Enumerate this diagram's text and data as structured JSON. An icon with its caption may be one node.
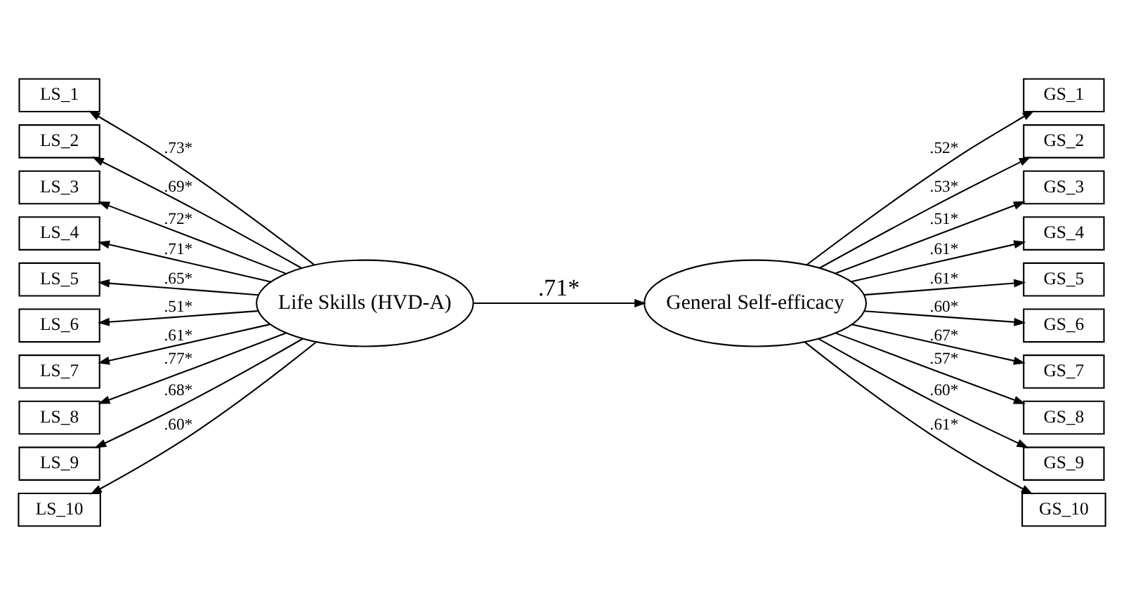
{
  "diagram": {
    "nodes": [
      {
        "text": [
          "LS_1"
        ]
      },
      {
        "text": [
          "LS_2"
        ]
      },
      {
        "text": [
          "LS_3"
        ]
      },
      {
        "text": [
          "LS_4"
        ]
      },
      {
        "text": [
          "LS_5"
        ]
      },
      {
        "text": [
          "LS_6"
        ]
      },
      {
        "text": [
          "LS_7"
        ]
      },
      {
        "text": [
          "LS_8"
        ]
      },
      {
        "text": [
          "LS_9"
        ]
      },
      {
        "text": [
          "LS_10"
        ]
      },
      {
        "text": [
          "Life Skills (HVD-A)"
        ]
      },
      {
        "text": [
          "General Self-efficacy"
        ]
      },
      {
        "text": [
          "GS_1"
        ]
      },
      {
        "text": [
          "GS_2"
        ]
      },
      {
        "text": [
          "GS_3"
        ]
      },
      {
        "text": [
          "GS_4"
        ]
      },
      {
        "text": [
          "GS_5"
        ]
      },
      {
        "text": [
          "GS_6"
        ]
      },
      {
        "text": [
          "GS_7"
        ]
      },
      {
        "text": [
          "GS_8"
        ]
      },
      {
        "text": [
          "GS_9"
        ]
      },
      {
        "text": [
          "GS_10"
        ]
      }
    ],
    "edges": [
      {
        "from": 10,
        "to": 0,
        "arrow": "to",
        "label": ".73*"
      },
      {
        "from": 10,
        "to": 1,
        "arrow": "to",
        "label": ".69*"
      },
      {
        "from": 10,
        "to": 2,
        "arrow": "to",
        "label": ".72*"
      },
      {
        "from": 10,
        "to": 3,
        "arrow": "to",
        "label": ".71*"
      },
      {
        "from": 10,
        "to": 4,
        "arrow": "to",
        "label": ".65*"
      },
      {
        "from": 10,
        "to": 5,
        "arrow": "to",
        "label": ".51*"
      },
      {
        "from": 10,
        "to": 6,
        "arrow": "to",
        "label": ".61*"
      },
      {
        "from": 10,
        "to": 7,
        "arrow": "to",
        "label": ".77*"
      },
      {
        "from": 10,
        "to": 8,
        "arrow": "to",
        "label": ".68*"
      },
      {
        "from": 10,
        "to": 9,
        "arrow": "to",
        "label": ".60*"
      },
      {
        "from": 10,
        "to": 11,
        "arrow": "to",
        "label": ".71*"
      },
      {
        "from": 11,
        "to": 12,
        "arrow": "to",
        "label": ".52*"
      },
      {
        "from": 11,
        "to": 13,
        "arrow": "to",
        "label": ".53*"
      },
      {
        "from": 11,
        "to": 14,
        "arrow": "to",
        "label": ".51*"
      },
      {
        "from": 11,
        "to": 15,
        "arrow": "to",
        "label": ".61*"
      },
      {
        "from": 11,
        "to": 16,
        "arrow": "to",
        "label": ".61*"
      },
      {
        "from": 11,
        "to": 17,
        "arrow": "to",
        "label": ".60*"
      },
      {
        "from": 11,
        "to": 18,
        "arrow": "to",
        "label": ".67*"
      },
      {
        "from": 11,
        "to": 19,
        "arrow": "to",
        "label": ".57*"
      },
      {
        "from": 11,
        "to": 20,
        "arrow": "to",
        "label": ".60*"
      },
      {
        "from": 11,
        "to": 21,
        "arrow": "to",
        "label": ".61*"
      }
    ]
  }
}
